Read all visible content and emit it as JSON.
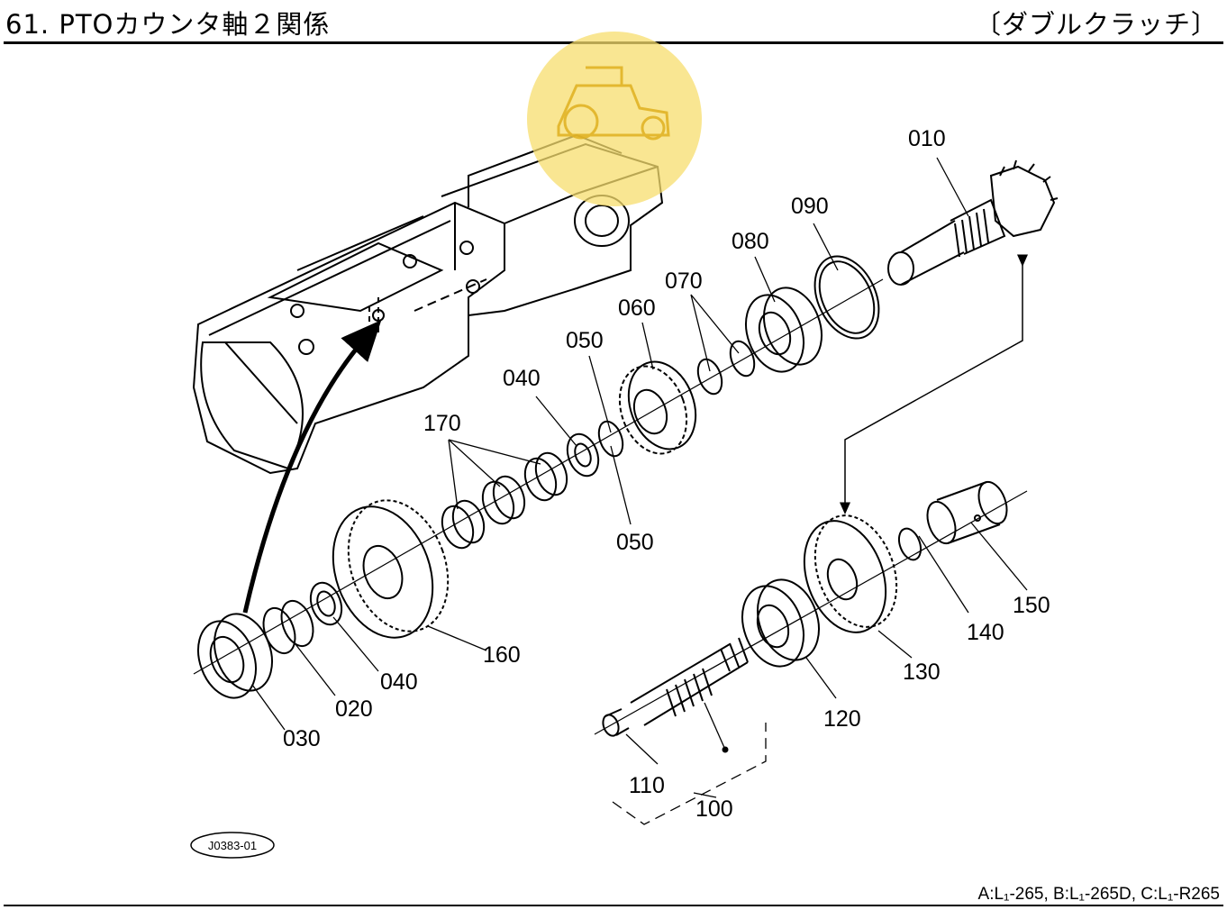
{
  "header": {
    "title": "61. PTOカウンタ軸２関係",
    "subtitle": "〔ダブルクラッチ〕"
  },
  "footer": {
    "models": "A:L₁-265,  B:L₁-265D,  C:L₁-R265"
  },
  "diagram": {
    "code": "J0383-01",
    "parts": [
      {
        "id": "010"
      },
      {
        "id": "020"
      },
      {
        "id": "030"
      },
      {
        "id": "040"
      },
      {
        "id": "040b",
        "label": "040"
      },
      {
        "id": "050"
      },
      {
        "id": "050b",
        "label": "050"
      },
      {
        "id": "060"
      },
      {
        "id": "070"
      },
      {
        "id": "080"
      },
      {
        "id": "090"
      },
      {
        "id": "100"
      },
      {
        "id": "110"
      },
      {
        "id": "120"
      },
      {
        "id": "130"
      },
      {
        "id": "140"
      },
      {
        "id": "150"
      },
      {
        "id": "160"
      },
      {
        "id": "170"
      }
    ]
  },
  "watermark": {
    "color": "#f7dd6e",
    "icon": "tractor-icon"
  }
}
